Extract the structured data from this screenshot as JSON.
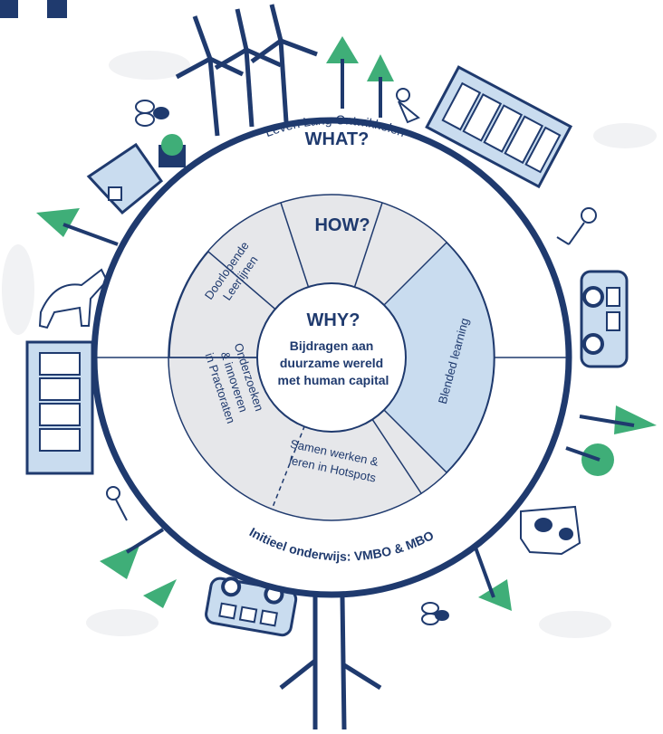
{
  "colors": {
    "navy": "#1f3a6e",
    "light_blue": "#c9dcef",
    "grey": "#e6e7ea",
    "green": "#3fae78",
    "cloud": "#f1f2f4"
  },
  "what": {
    "title": "WHAT?",
    "top_text": "Leven Lang Ontwikkelen",
    "bottom_text": "Initieel onderwijs: VMBO & MBO"
  },
  "how": {
    "title": "HOW?",
    "segments": [
      {
        "label": "Doorlopende Leerlijnen"
      },
      {
        "label": "Blended learning"
      },
      {
        "label": "Samen werken & leren in Hotspots"
      },
      {
        "label": "Onderzoeken & innoveren in Practoraten"
      }
    ]
  },
  "why": {
    "title": "WHY?",
    "text": [
      "Bijdragen aan",
      "duurzame wereld",
      "met human capital"
    ]
  },
  "icons": [
    "wind-turbine-icon",
    "tree-icon",
    "house-icon",
    "solar-panel-icon",
    "car-icon",
    "bee-icon",
    "horse-icon",
    "cow-icon",
    "person-icon",
    "cloud-icon"
  ]
}
